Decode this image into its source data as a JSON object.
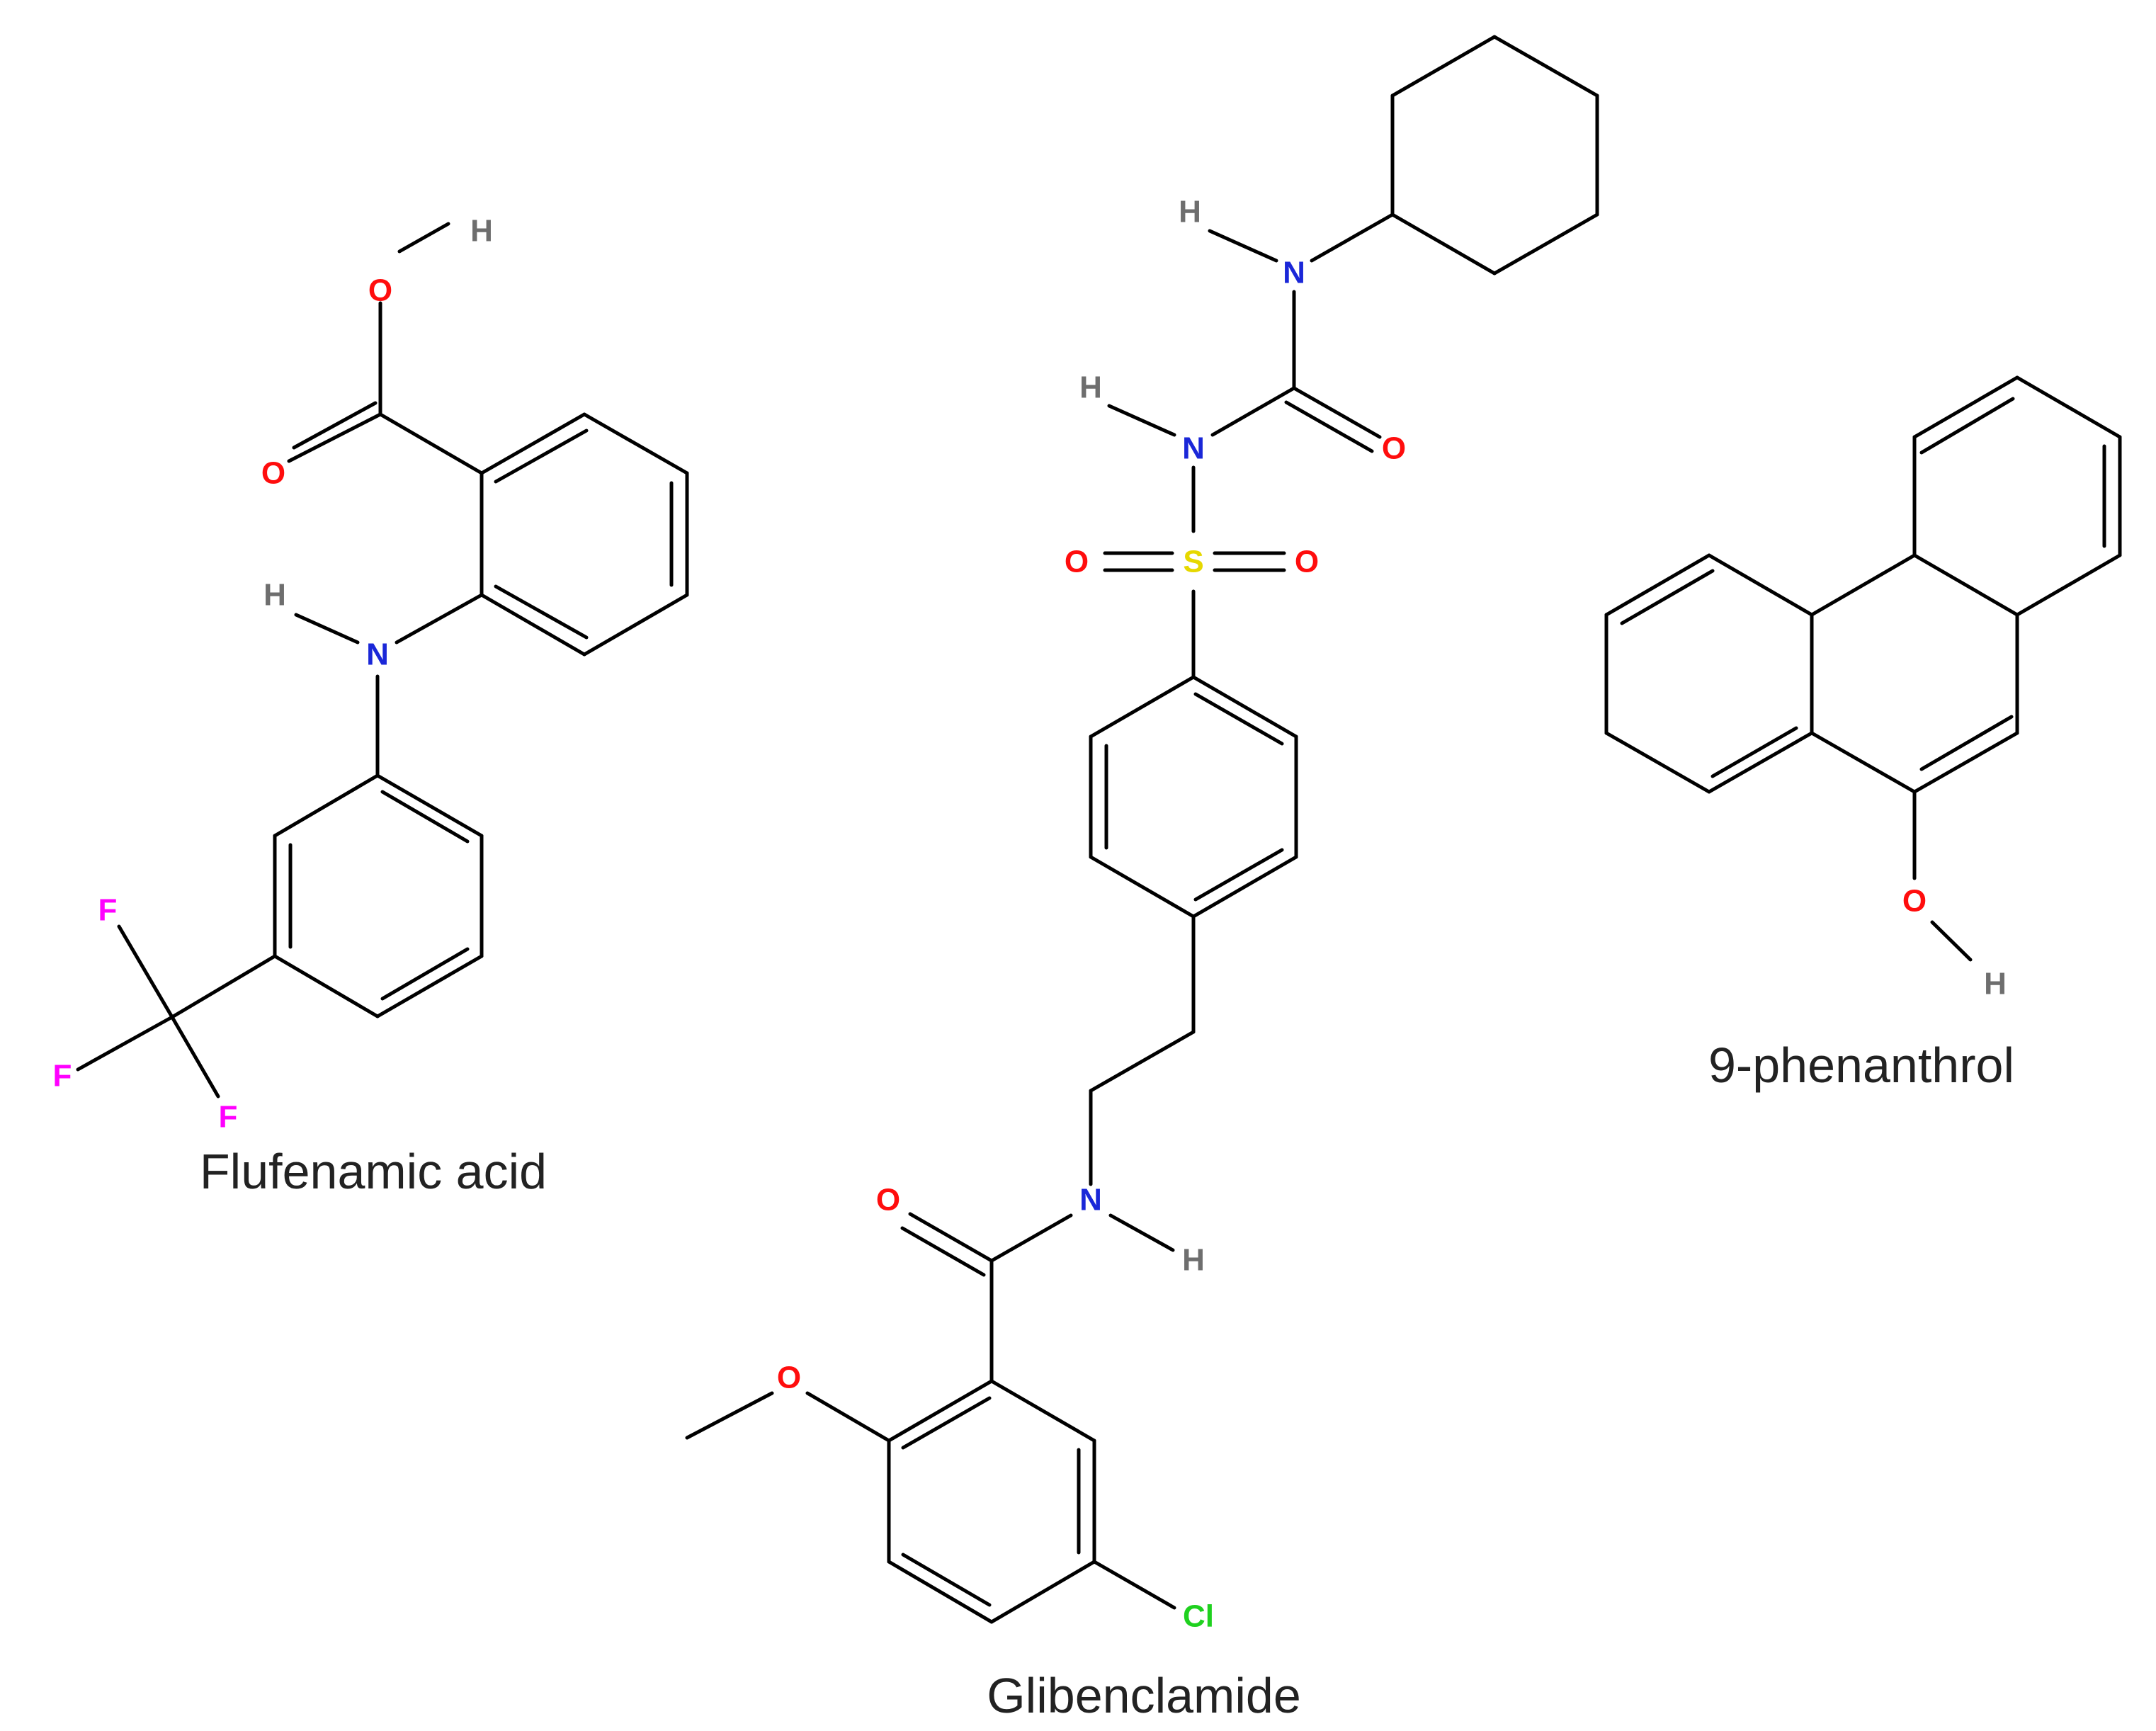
{
  "colors": {
    "bond": "#000000",
    "name": "#222222",
    "C": "#000000",
    "H": "#6e6e6e",
    "O": "#ff0d0d",
    "N": "#1a27d8",
    "S": "#e6d800",
    "F": "#ff00ff",
    "Cl": "#1fd11f"
  },
  "molecules": [
    {
      "id": "flufenamic",
      "name": "Flufenamic acid"
    },
    {
      "id": "glibenclamide",
      "name": "Glibenclamide"
    },
    {
      "id": "phenanthrol",
      "name": "9-phenanthrol"
    }
  ],
  "atom_labels": [
    {
      "mol": "flufenamic",
      "element": "O",
      "text": "O"
    },
    {
      "mol": "flufenamic",
      "element": "H",
      "text": "H"
    },
    {
      "mol": "flufenamic",
      "element": "O",
      "text": "O"
    },
    {
      "mol": "flufenamic",
      "element": "H",
      "text": "H"
    },
    {
      "mol": "flufenamic",
      "element": "N",
      "text": "N"
    },
    {
      "mol": "flufenamic",
      "element": "F",
      "text": "F"
    },
    {
      "mol": "flufenamic",
      "element": "F",
      "text": "F"
    },
    {
      "mol": "flufenamic",
      "element": "F",
      "text": "F"
    },
    {
      "mol": "glibenclamide",
      "element": "H",
      "text": "H"
    },
    {
      "mol": "glibenclamide",
      "element": "N",
      "text": "N"
    },
    {
      "mol": "glibenclamide",
      "element": "H",
      "text": "H"
    },
    {
      "mol": "glibenclamide",
      "element": "N",
      "text": "N"
    },
    {
      "mol": "glibenclamide",
      "element": "O",
      "text": "O"
    },
    {
      "mol": "glibenclamide",
      "element": "S",
      "text": "S"
    },
    {
      "mol": "glibenclamide",
      "element": "O",
      "text": "O"
    },
    {
      "mol": "glibenclamide",
      "element": "O",
      "text": "O"
    },
    {
      "mol": "glibenclamide",
      "element": "O",
      "text": "O"
    },
    {
      "mol": "glibenclamide",
      "element": "N",
      "text": "N"
    },
    {
      "mol": "glibenclamide",
      "element": "H",
      "text": "H"
    },
    {
      "mol": "glibenclamide",
      "element": "O",
      "text": "O"
    },
    {
      "mol": "glibenclamide",
      "element": "Cl",
      "text": "Cl"
    },
    {
      "mol": "phenanthrol",
      "element": "O",
      "text": "O"
    },
    {
      "mol": "phenanthrol",
      "element": "H",
      "text": "H"
    }
  ]
}
